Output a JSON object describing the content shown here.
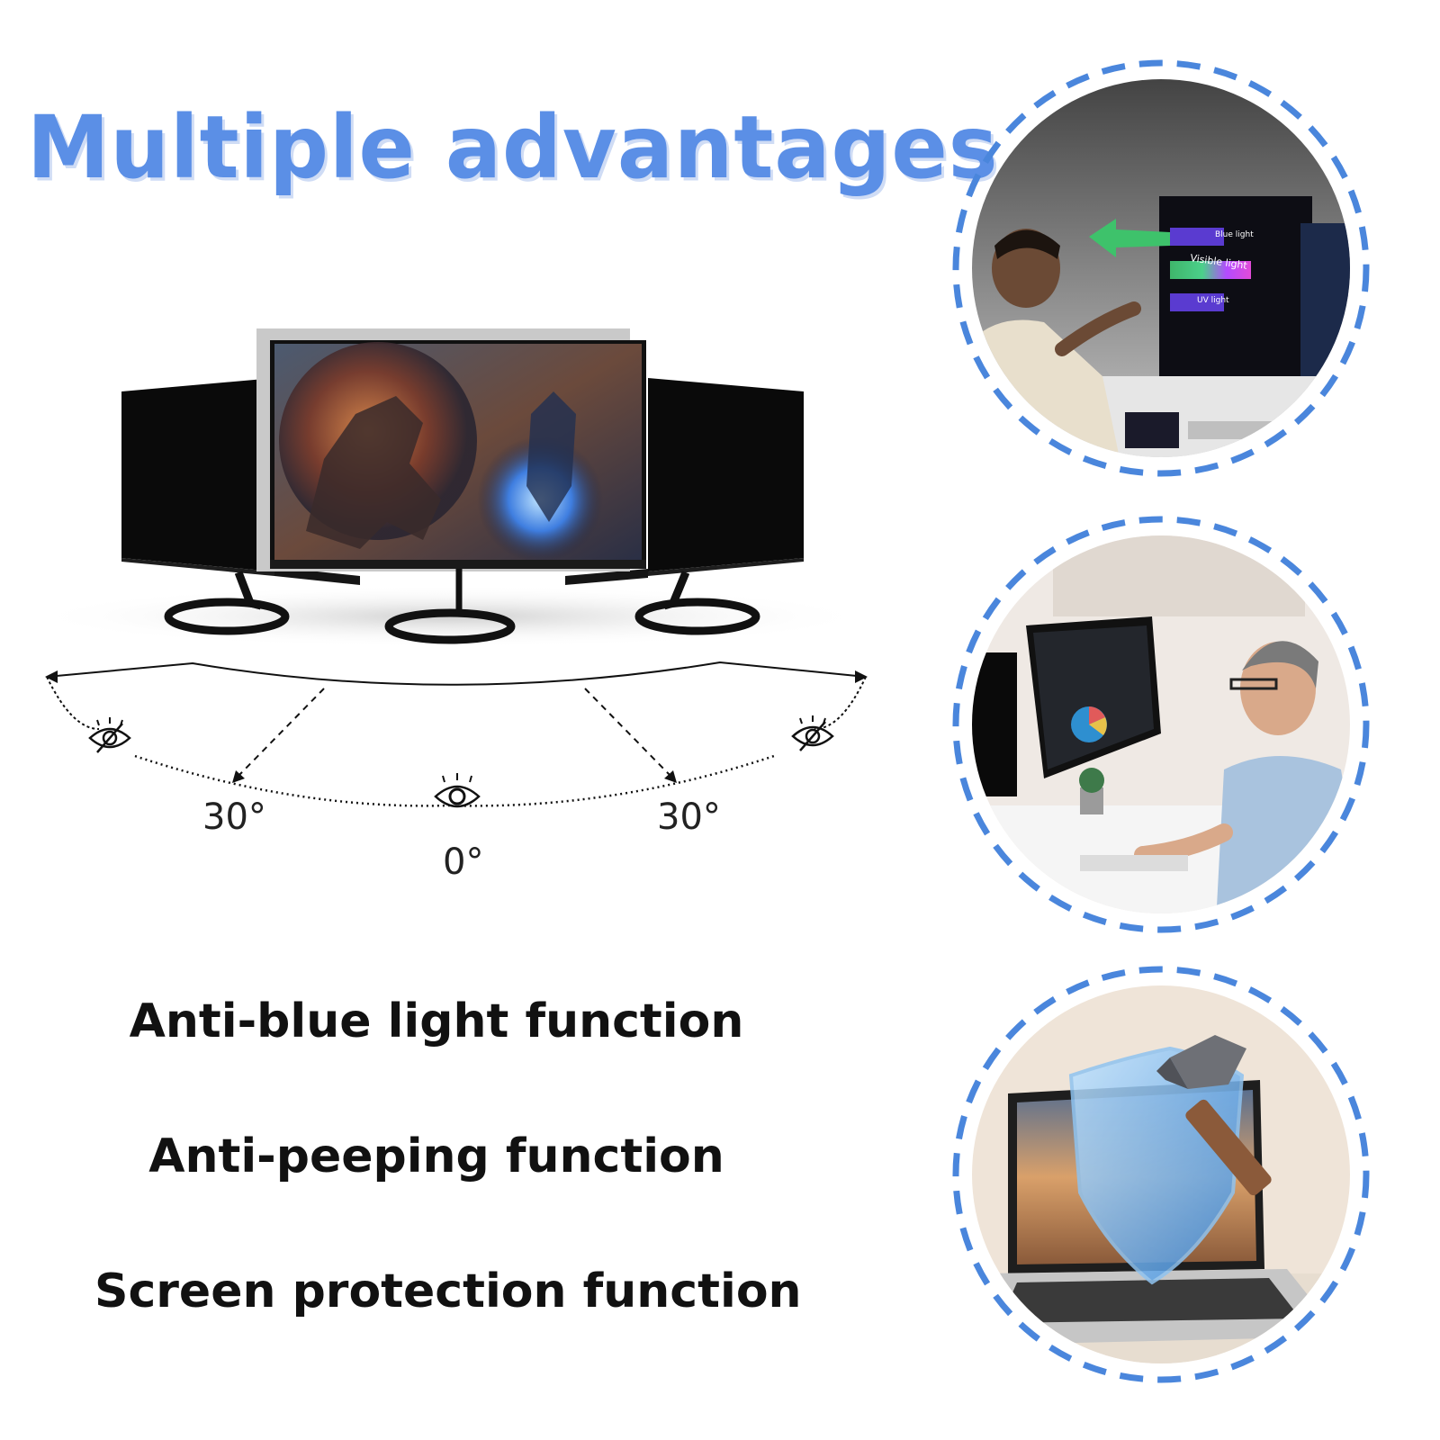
{
  "title": "Multiple advantages",
  "features": [
    {
      "label": "Anti-blue light function"
    },
    {
      "label": "Anti-peeping function"
    },
    {
      "label": "Screen protection function"
    }
  ],
  "angles": {
    "left": "30°",
    "center": "0°",
    "right": "30°"
  },
  "circle1": {
    "screen_labels": [
      "Blue light",
      "Visible light",
      "UV light"
    ]
  },
  "colors": {
    "title": "#5b8fe6",
    "dash_ring": "#4a86dc",
    "text": "#111111"
  },
  "icons": [
    "eye-icon",
    "eye-slash-icon",
    "shield-icon",
    "hammer-icon",
    "arrow-icon"
  ]
}
